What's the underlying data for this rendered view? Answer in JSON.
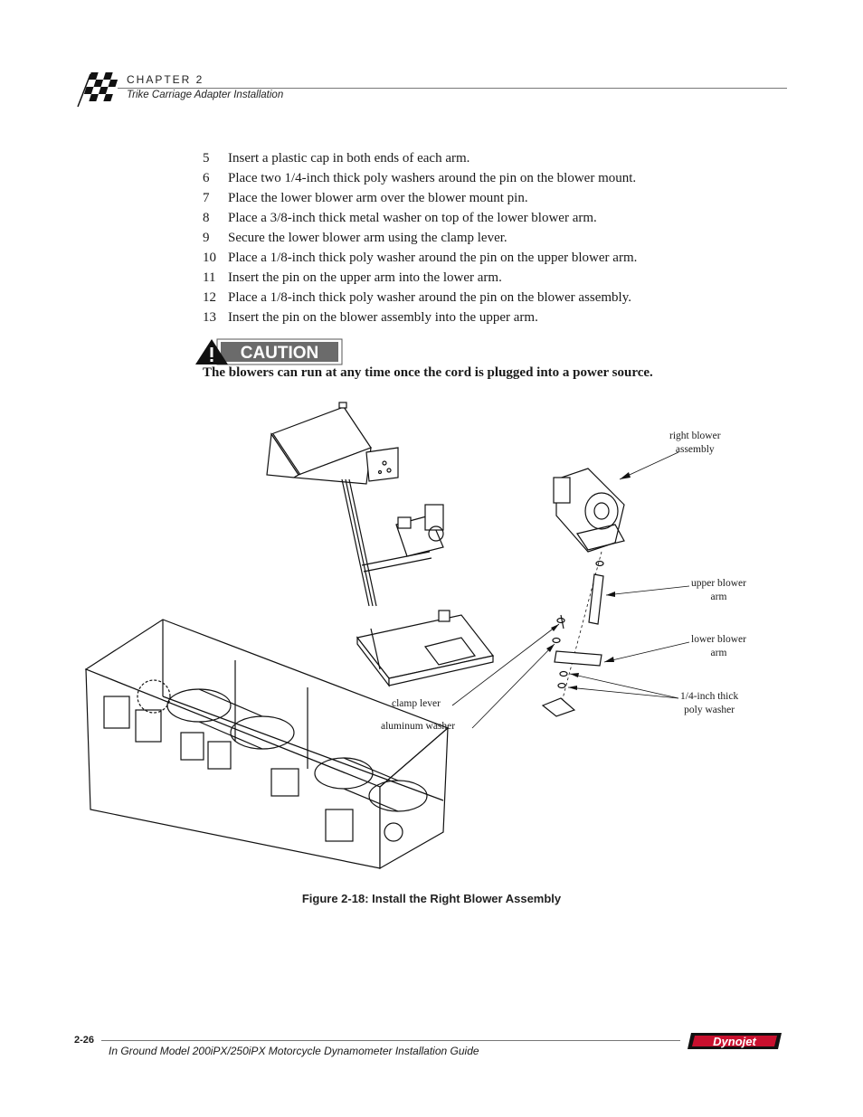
{
  "header": {
    "chapter_label": "CHAPTER 2",
    "chapter_title": "Trike Carriage Adapter Installation"
  },
  "steps": [
    {
      "num": "5",
      "text": "Insert a plastic cap in both ends of each arm."
    },
    {
      "num": "6",
      "text": "Place two 1/4-inch thick poly washers around the pin on the blower mount."
    },
    {
      "num": "7",
      "text": "Place the lower blower arm over the blower mount pin."
    },
    {
      "num": "8",
      "text": "Place a 3/8-inch thick metal washer on top of the lower blower arm."
    },
    {
      "num": "9",
      "text": "Secure the lower blower arm using the clamp lever."
    },
    {
      "num": "10",
      "text": "Place a 1/8-inch thick poly washer around the pin on the upper blower arm."
    },
    {
      "num": "11",
      "text": "Insert the pin on the upper arm into the lower arm."
    },
    {
      "num": "12",
      "text": "Place a 1/8-inch thick poly washer around the pin on the blower assembly."
    },
    {
      "num": "13",
      "text": "Insert the pin on the blower assembly into the upper arm."
    }
  ],
  "caution": {
    "badge_label": "CAUTION",
    "text": "The blowers can run at any time once the cord is plugged into a power source."
  },
  "figure": {
    "callouts": {
      "right_blower_1": "right blower",
      "right_blower_2": "assembly",
      "upper_arm_1": "upper blower",
      "upper_arm_2": "arm",
      "lower_arm_1": "lower blower",
      "lower_arm_2": "arm",
      "poly_washer_1": "1/4-inch thick",
      "poly_washer_2": "poly washer",
      "clamp_lever": "clamp lever",
      "aluminum_washer": "aluminum washer"
    },
    "caption": "Figure 2-18: Install the Right Blower Assembly"
  },
  "footer": {
    "page_number": "2-26",
    "doc_title": "In Ground Model 200iPX/250iPX Motorcycle Dynamometer Installation Guide",
    "logo_text": "Dynojet"
  }
}
